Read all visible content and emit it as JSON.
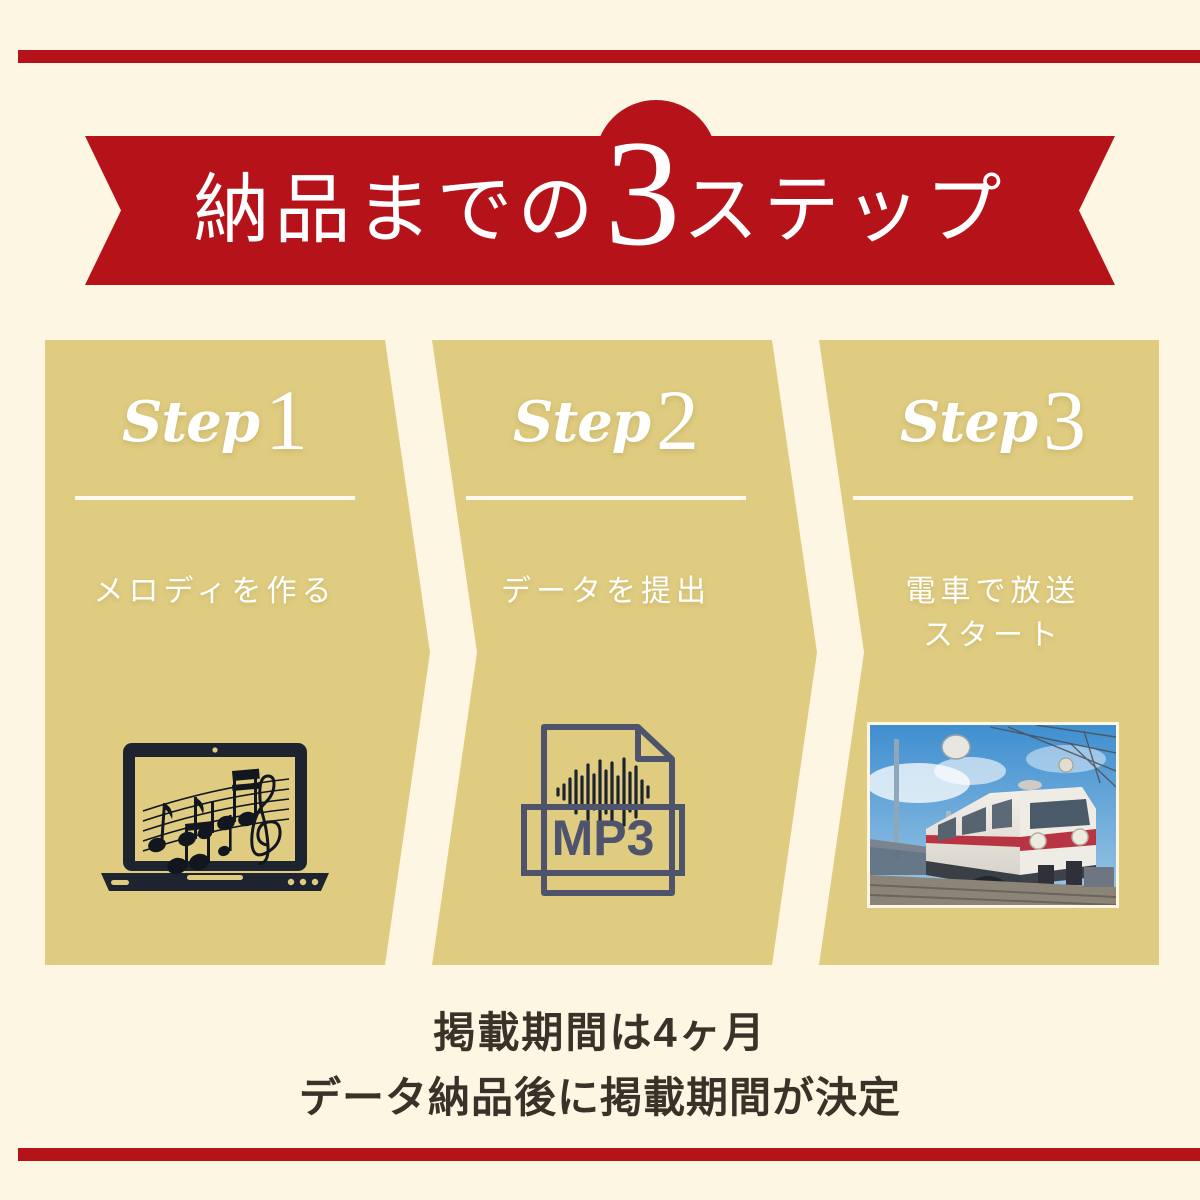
{
  "theme": {
    "background": "#fdf6e3",
    "accent_red": "#b51319",
    "card_gold": "#dfcc80",
    "text_dark": "#3a3228",
    "text_light": "#ffffff",
    "icon_slate": "#4e546b"
  },
  "banner": {
    "text_before": "納品までの",
    "highlight_number": "3",
    "text_after": "ステップ",
    "full_text": "納品までの3ステップ"
  },
  "steps": [
    {
      "label_word": "Step",
      "label_number": "1",
      "caption": "メロディを作る",
      "caption_lines": [
        "メロディを作る"
      ],
      "art": "laptop-music-icon"
    },
    {
      "label_word": "Step",
      "label_number": "2",
      "caption": "データを提出",
      "caption_lines": [
        "データを提出"
      ],
      "art": "mp3-file-icon",
      "art_text": "MP3"
    },
    {
      "label_word": "Step",
      "label_number": "3",
      "caption": "電車で放送 スタート",
      "caption_lines": [
        "電車で放送",
        "スタート"
      ],
      "art": "train-photo"
    }
  ],
  "footer": {
    "line1": "掲載期間は4ヶ月",
    "line2": "データ納品後に掲載期間が決定"
  }
}
